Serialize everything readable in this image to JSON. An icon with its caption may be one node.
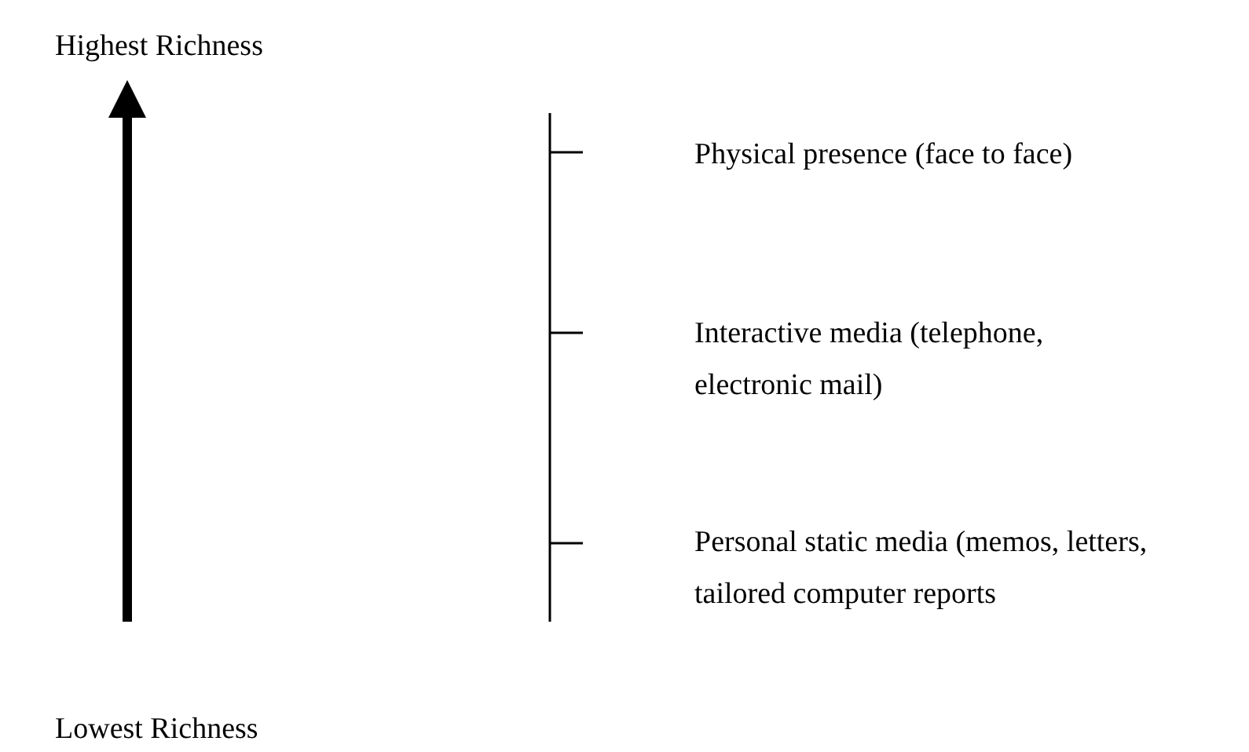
{
  "diagram": {
    "labels": [
      "Highest Richness",
      "Physical presence (face to face)",
      "Interactive media (telephone, electronic mail)",
      "Personal static media (memos, letters, tailored computer reports",
      "Lowest Richness"
    ]
  }
}
